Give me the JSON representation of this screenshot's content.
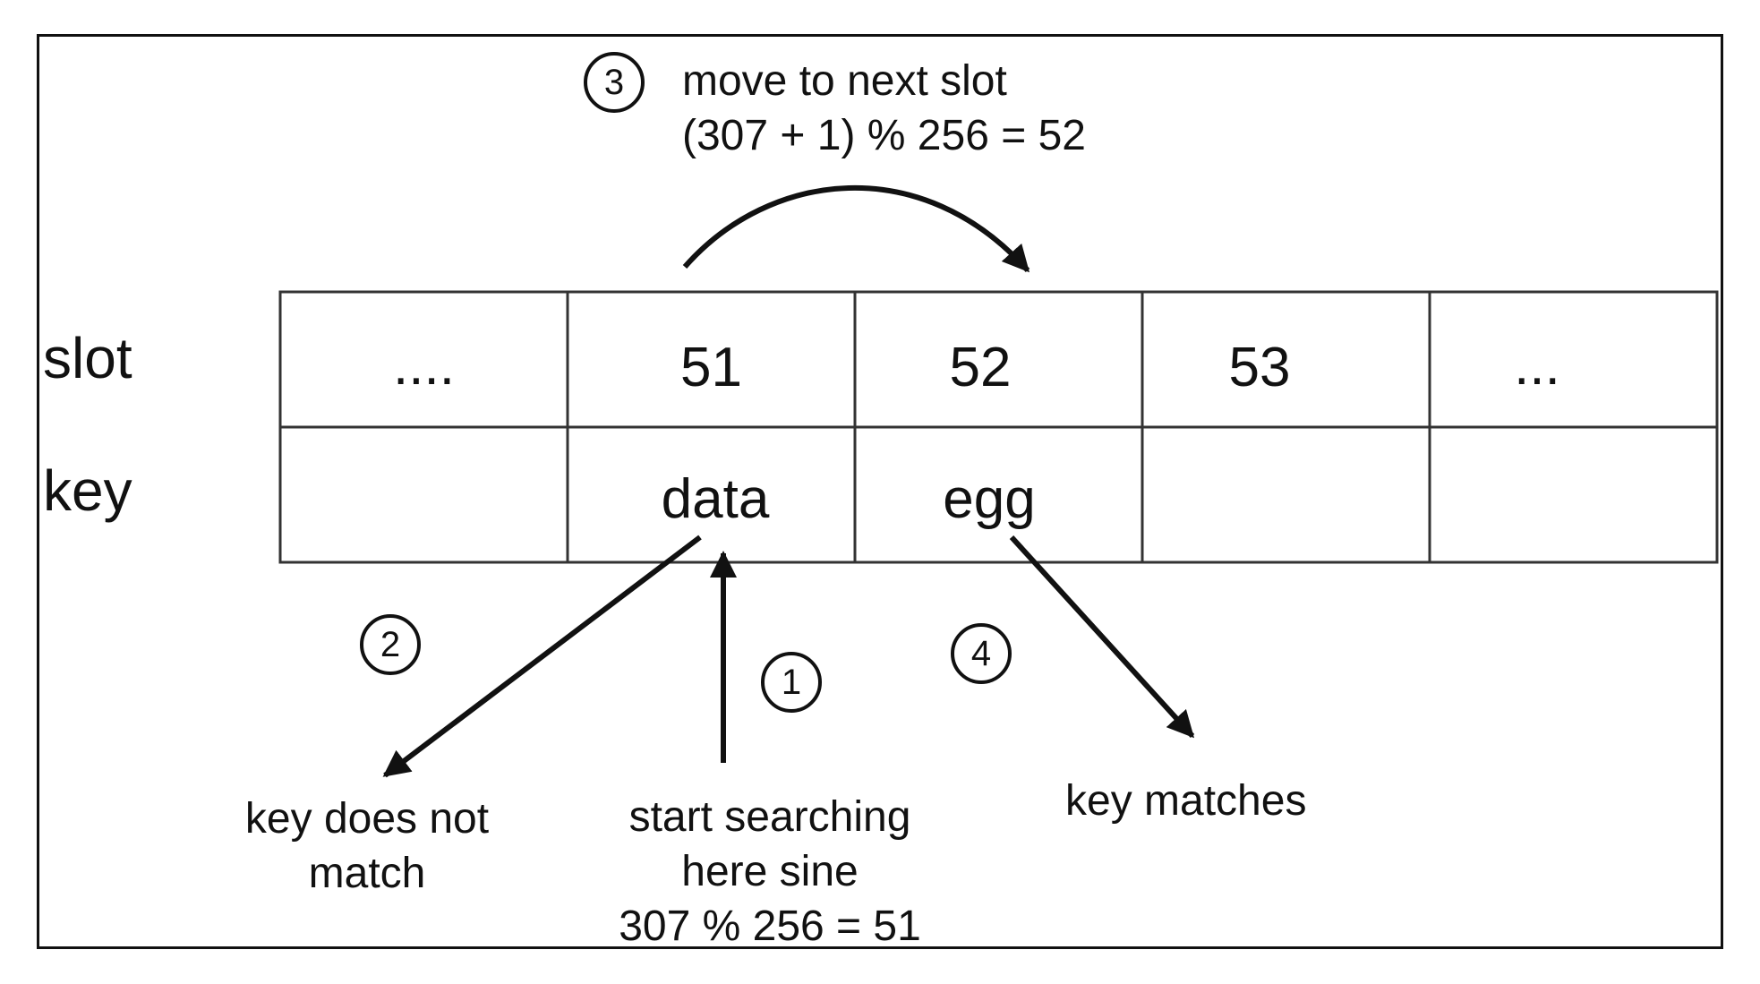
{
  "row_labels": {
    "slot": "slot",
    "key": "key"
  },
  "slots": [
    "....",
    "51",
    "52",
    "53",
    "..."
  ],
  "keys": [
    "",
    "data",
    "egg",
    "",
    ""
  ],
  "steps": [
    {
      "number": "1",
      "text": [
        "start searching",
        "here sine",
        "307 % 256 = 51"
      ]
    },
    {
      "number": "2",
      "text": [
        "key does not",
        "match"
      ]
    },
    {
      "number": "3",
      "text": [
        "move to next slot",
        "(307 + 1) % 256 = 52"
      ]
    },
    {
      "number": "4",
      "text": [
        "key matches"
      ]
    }
  ],
  "colors": {
    "stroke": "#111111",
    "background": "#ffffff"
  }
}
